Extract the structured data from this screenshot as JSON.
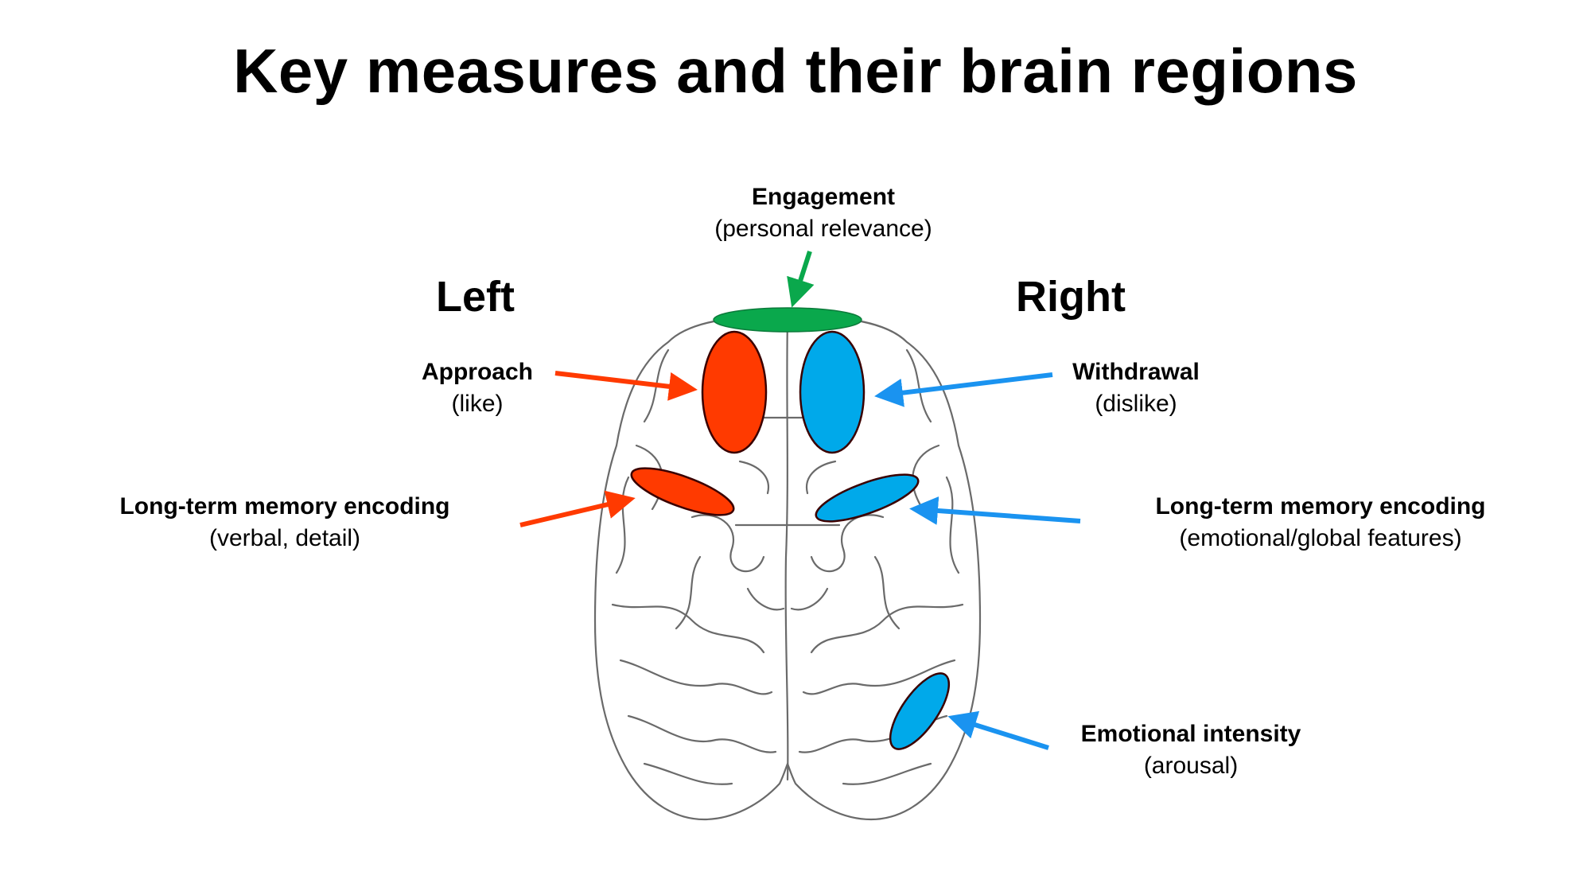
{
  "title": "Key measures and their brain regions",
  "hemispheres": {
    "left": "Left",
    "right": "Right"
  },
  "colors": {
    "approach": "#ff3a00",
    "withdrawal": "#00a9ea",
    "arrow_blue": "#1a93f0",
    "engagement": "#0aa84c",
    "outline": "#3a0000",
    "brain_line": "#6a6a6a"
  },
  "regions": [
    {
      "id": "engagement",
      "label": "Engagement",
      "sub": "(personal relevance)",
      "hemisphere": "both",
      "color": "engagement"
    },
    {
      "id": "approach",
      "label": "Approach",
      "sub": "(like)",
      "hemisphere": "left",
      "color": "approach"
    },
    {
      "id": "withdrawal",
      "label": "Withdrawal",
      "sub": "(dislike)",
      "hemisphere": "right",
      "color": "withdrawal"
    },
    {
      "id": "ltm-left",
      "label": "Long-term memory encoding",
      "sub": "(verbal, detail)",
      "hemisphere": "left",
      "color": "approach"
    },
    {
      "id": "ltm-right",
      "label": "Long-term memory encoding",
      "sub": "(emotional/global features)",
      "hemisphere": "right",
      "color": "withdrawal"
    },
    {
      "id": "emotional-intensity",
      "label": "Emotional intensity",
      "sub": "(arousal)",
      "hemisphere": "right",
      "color": "withdrawal"
    }
  ]
}
